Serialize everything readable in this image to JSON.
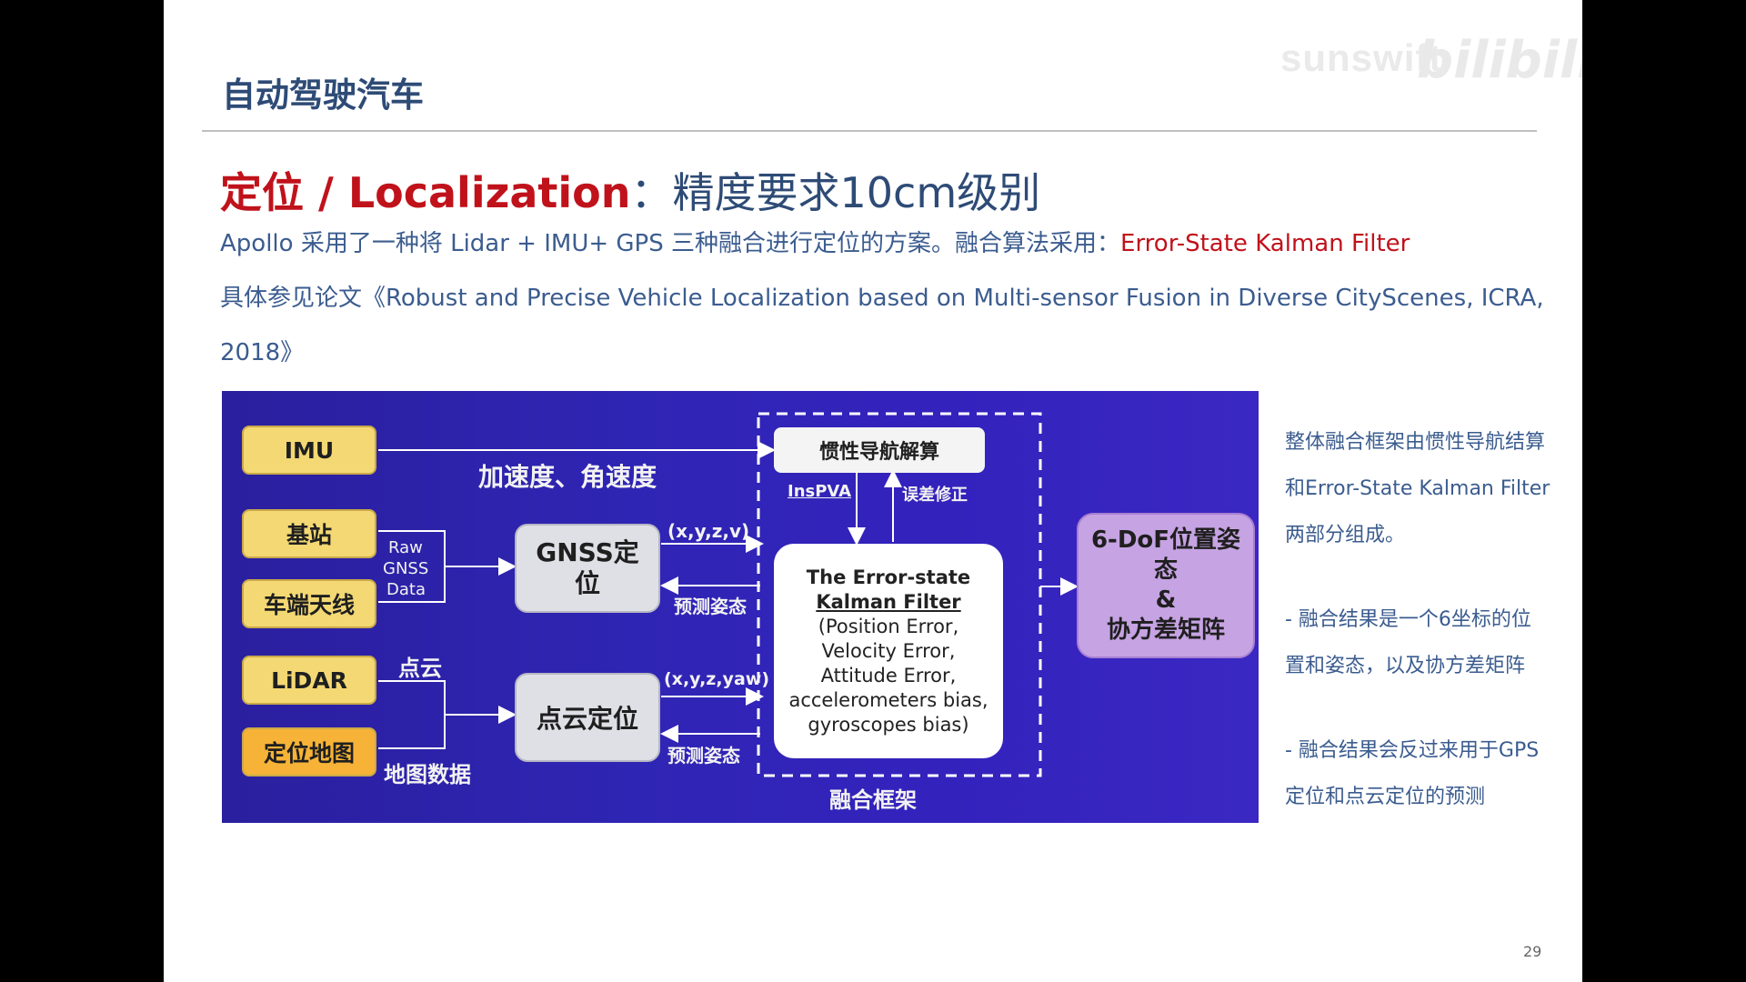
{
  "slide": {
    "title": "自动驾驶汽车",
    "watermark": "sunswift",
    "watermark_logo": "bilibili",
    "page_number": "29"
  },
  "headline": {
    "part1": "定位 / Localization",
    "part2": "：精度要求10cm级别"
  },
  "intro": {
    "line1_text": "Apollo 采用了一种将 Lidar + IMU+ GPS 三种融合进行定位的方案。融合算法采用：",
    "line1_highlight": "Error-State Kalman Filter",
    "line2": "具体参见论文《Robust and Precise Vehicle Localization based on Multi-sensor Fusion in Diverse CityScenes, ICRA,",
    "line3": "2018》"
  },
  "diagram": {
    "inputs": {
      "imu": "IMU",
      "base_station": "基站",
      "vehicle_antenna": "车端天线",
      "lidar": "LiDAR",
      "localization_map": "定位地图"
    },
    "labels": {
      "accel_angular": "加速度、角速度",
      "raw_gnss_1": "Raw",
      "raw_gnss_2": "GNSS",
      "raw_gnss_3": "Data",
      "point_cloud": "点云",
      "map_data": "地图数据",
      "xyzv": "(x,y,z,v)",
      "predicted_pose_1": "预测姿态",
      "xyzyaw": "(x,y,z,yaw)",
      "predicted_pose_2": "预测姿态",
      "inspva": "InsPVA",
      "error_correction": "误差修正",
      "fusion_framework": "融合框架"
    },
    "blocks": {
      "gnss_1": "GNSS定",
      "gnss_2": "位",
      "pointcloud_loc": "点云定位",
      "inertial_nav": "惯性导航解算",
      "eskf_title_1": "The Error-state",
      "eskf_title_2": "Kalman Filter",
      "eskf_line_1": "(Position Error,",
      "eskf_line_2": "Velocity Error,",
      "eskf_line_3": "Attitude Error,",
      "eskf_line_4": "accelerometers bias,",
      "eskf_line_5": "gyroscopes bias)",
      "output_1": "6-DoF位置姿",
      "output_2": "态",
      "output_3": "&",
      "output_4": "协方差矩阵"
    }
  },
  "side_notes": {
    "l1": "整体融合框架由惯性导航结算",
    "l2": "和Error-State Kalman Filter",
    "l3": "两部分组成。",
    "l4": "- 融合结果是一个6坐标的位",
    "l5": "置和姿态，以及协方差矩阵",
    "l6": "- 融合结果会反过来用于GPS",
    "l7": "定位和点云定位的预测"
  },
  "colors": {
    "title_blue": "#2e4b76",
    "text_blue": "#3b5c8f",
    "highlight_red": "#c0121b",
    "diagram_bg": "#2f25b4"
  }
}
